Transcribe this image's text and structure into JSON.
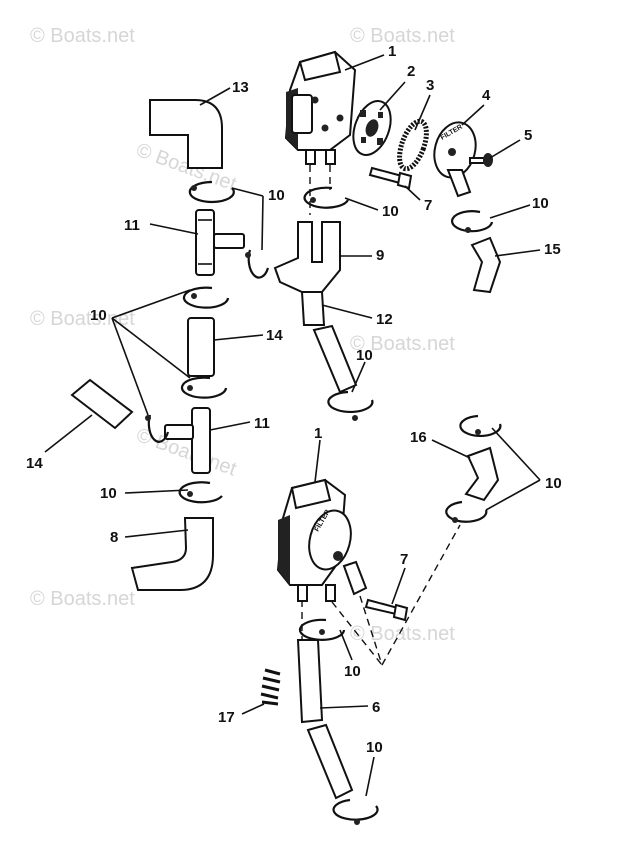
{
  "watermarks": [
    {
      "text": "© Boats.net"
    },
    {
      "text": "© Boats.net"
    },
    {
      "text": "© Boats.net"
    },
    {
      "text": "© Boats.net"
    },
    {
      "text": "© Boats.net"
    },
    {
      "text": "© Boats.net"
    },
    {
      "text": "© Boats.net"
    },
    {
      "text": "© Boats.net"
    }
  ],
  "filter_text": "FILTER",
  "callouts": {
    "c1_top": "1",
    "c2": "2",
    "c3": "3",
    "c4": "4",
    "c5": "5",
    "c7_top": "7",
    "c8": "8",
    "c9": "9",
    "c10_a": "10",
    "c10_b": "10",
    "c10_c": "10",
    "c10_d": "10",
    "c10_e": "10",
    "c10_f": "10",
    "c10_g": "10",
    "c10_h": "10",
    "c10_i": "10",
    "c11_a": "11",
    "c11_b": "11",
    "c12": "12",
    "c13": "13",
    "c14_a": "14",
    "c14_b": "14",
    "c15": "15",
    "c16": "16",
    "c1_bottom": "1",
    "c6": "6",
    "c7_bottom": "7",
    "c17": "17"
  }
}
